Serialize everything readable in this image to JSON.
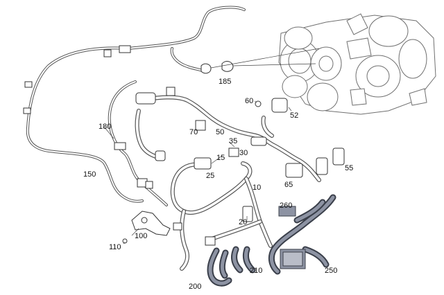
{
  "diagram": {
    "callouts": [
      "10",
      "15",
      "20",
      "25",
      "30",
      "35",
      "50",
      "52",
      "55",
      "60",
      "65",
      "70",
      "100",
      "110",
      "150",
      "180",
      "185",
      "200",
      "210",
      "250",
      "260"
    ]
  }
}
